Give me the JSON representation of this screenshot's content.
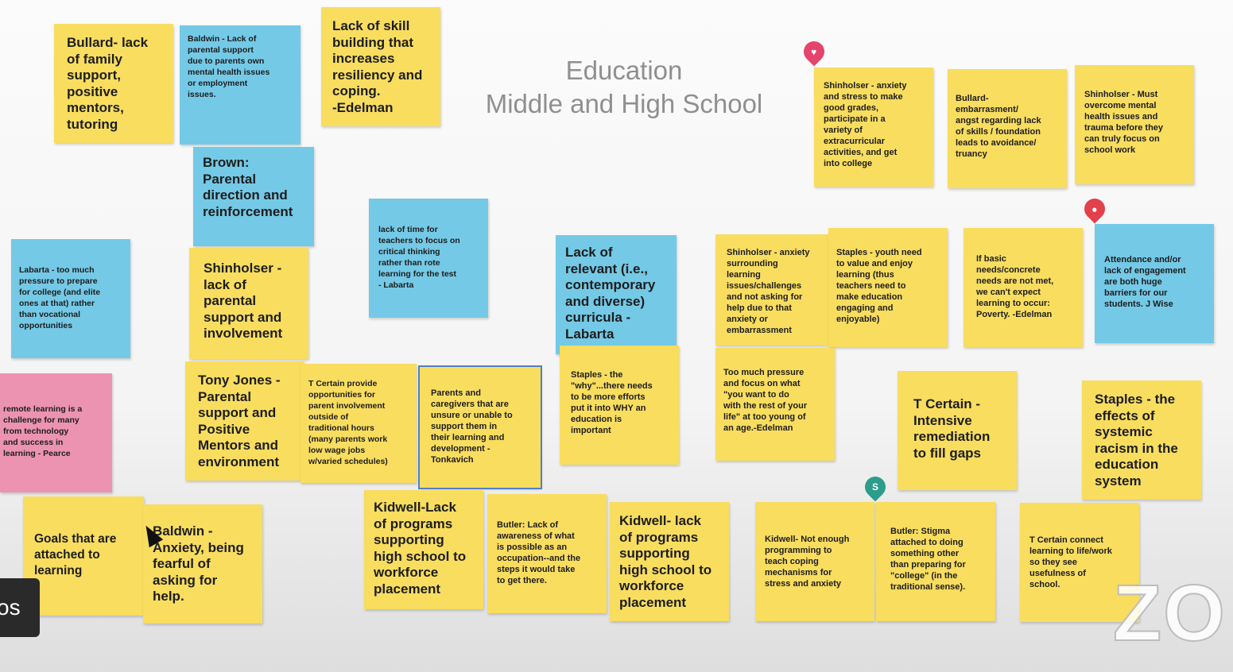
{
  "board": {
    "title_line1": "Education",
    "title_line2": "Middle and High School"
  },
  "notes": [
    "Bullard- lack\nof family\nsupport,\npositive\nmentors,\ntutoring",
    "Baldwin - Lack of\nparental support\ndue to parents own\nmental health issues\nor employment\nissues.",
    "Lack of skill\nbuilding that\nincreases\nresiliency and\ncoping.\n-Edelman",
    "Brown:\nParental\ndirection and\nreinforcement",
    "lack of time for\nteachers to focus on\ncritical thinking\nrather than rote\nlearning for the test\n- Labarta",
    "Labarta - too much\npressure to prepare\nfor college (and elite\nones at that) rather\nthan vocational\nopportunities",
    "Shinholser -\nlack of\nparental\nsupport and\ninvolvement",
    "Lack of\nrelevant (i.e.,\ncontemporary\nand diverse)\ncurricula -\nLabarta",
    "Shinholser - anxiety\nand stress to make\ngood grades,\nparticipate in a\nvariety of\nextracurricular\nactivities, and get\ninto college",
    "Bullard-\nembarrasment/\nangst regarding lack\nof skills / foundation\nleads to avoidance/\ntruancy",
    "Shinholser - Must\novercome mental\nhealth issues and\ntrauma before they\ncan truly focus on\nschool work",
    "Shinholser - anxiety\nsurrounding\nlearning\nissues/challenges\nand not asking for\nhelp due to that\nanxiety or\nembarrassment",
    "Staples - youth need\nto value and enjoy\nlearning (thus\nteachers need to\nmake education\nengaging and\nenjoyable)",
    "If basic\nneeds/concrete\nneeds are not met,\nwe can't expect\nlearning to occur:\nPoverty. -Edelman",
    "Attendance and/or\nlack of engagement\nare both huge\nbarriers for our\nstudents. J Wise",
    "remote learning is a\nchallenge for many\nfrom technology\nand success in\nlearning - Pearce",
    "Tony Jones -\nParental\nsupport and\nPositive\nMentors and\nenvironment",
    "T Certain provide\nopportunities for\nparent involvement\noutside of\ntraditional hours\n(many parents work\nlow wage jobs\nw/varied schedules)",
    "Parents and\ncaregivers that are\nunsure or unable to\nsupport them in\ntheir learning and\ndevelopment -\nTonkavich",
    "Staples - the\n\"why\"...there needs\nto be more efforts\nput it into WHY an\neducation is\nimportant",
    "Too much pressure\nand focus on what\n\"you want to do\nwith the rest of your\nlife\" at too young of\nan age.-Edelman",
    "T Certain -\nIntensive\nremediation\nto fill gaps",
    "Staples - the\neffects of\nsystemic\nracism in the\neducation\nsystem",
    "Goals that are\nattached to\nlearning",
    "Baldwin -\nAnxiety, being\nfearful of\nasking for\nhelp.",
    "Kidwell-Lack\nof programs\nsupporting\nhigh school to\nworkforce\nplacement",
    "Butler:  Lack of\nawareness of what\nis possible as an\noccupation--and the\nsteps it would take\nto get there.",
    "Kidwell- lack\nof programs\nsupporting\nhigh school to\nworkforce\nplacement",
    "Kidwell- Not enough\nprogramming to\nteach coping\nmechanisms for\nstress and anxiety",
    "Butler:  Stigma\nattached to doing\nsomething other\nthan preparing for\n\"college\" (in the\ntraditional sense).",
    "T Certain connect\nlearning to life/work\nso they see\nusefulness of\nschool."
  ],
  "pins": [
    "pin-icon",
    "pin-icon",
    "S"
  ],
  "overlay": {
    "video_label": "os",
    "watermark": "ZO"
  }
}
